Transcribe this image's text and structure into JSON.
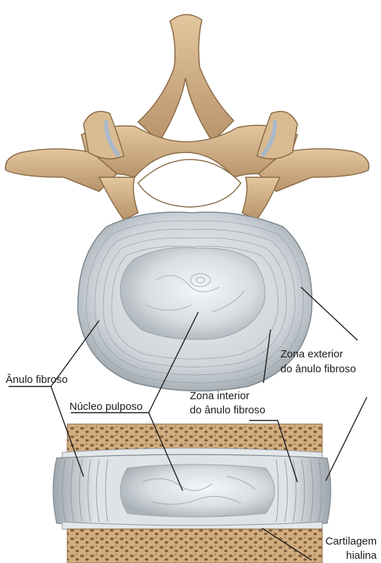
{
  "labels": {
    "anulo_fibroso": "Ânulo fibroso",
    "nucleo_pulposo": "Núcleo pulposo",
    "zona_interior_line1": "Zona interior",
    "zona_interior_line2": "do ânulo fibroso",
    "zona_exterior_line1": "Zona exterior",
    "zona_exterior_line2": "do ânulo fibroso",
    "cartilagem_line1": "Cartilagem",
    "cartilagem_line2": "hialina"
  },
  "colors": {
    "bone": "#d4b48c",
    "bone_shadow": "#a8845a",
    "disc_gray": "#cfd5da",
    "nucleus": "#e6eaee",
    "spongy_bone": "#c9a47a",
    "cartilage": "#dfe4e8"
  }
}
